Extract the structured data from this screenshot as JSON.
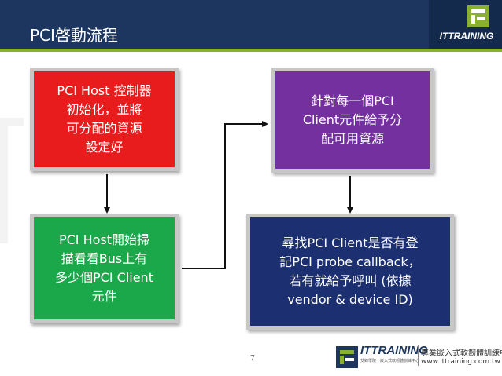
{
  "slide": {
    "title": "PCI啓動流程",
    "page_number": "7"
  },
  "header_logo": {
    "brand": "ITTRAINING"
  },
  "footer_logo": {
    "brand": "ITTRAINING",
    "subtitle": "艾鍗學院・嵌入式軟韌體訓練中心",
    "tagline": "專業嵌入式軟韌體訓練中心",
    "url": "www.ittraining.com.tw"
  },
  "flow": {
    "step1": [
      "PCI Host 控制器",
      "初始化，並將",
      "可分配的資源",
      "設定好"
    ],
    "step2": [
      "PCI Host開始掃",
      "描看看Bus上有",
      "多少個PCI Client",
      "元件"
    ],
    "step3": [
      "針對每一個PCI",
      "Client元件給予分",
      "配可用資源"
    ],
    "step4": [
      "尋找PCI Client是否有登",
      "記PCI probe callback，",
      "若有就給予呼叫 (依據",
      "vendor & device ID)"
    ]
  },
  "colors": {
    "header": "#1c3660",
    "accent_line": "#8ab030",
    "step1": "#e81c1c",
    "step2": "#1ba84a",
    "step3": "#7530a0",
    "step4": "#1c2f70"
  }
}
